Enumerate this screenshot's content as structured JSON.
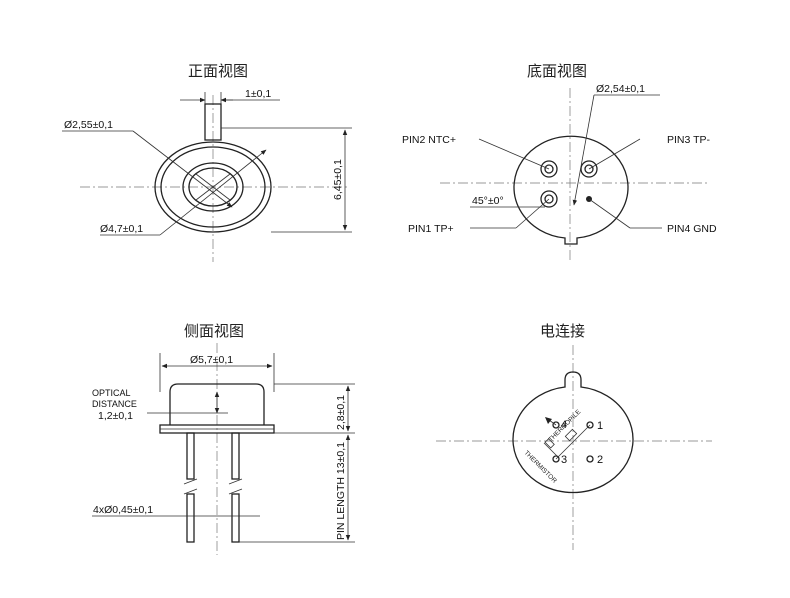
{
  "views": {
    "front": {
      "title": "正面视图",
      "tab_width": "1±0,1",
      "inner_diameter": "Ø2,55±0,1",
      "outer_diameter": "Ø4,7±0,1",
      "height": "6,45±0,1"
    },
    "bottom": {
      "title": "底面视图",
      "pin_circle": "Ø2,54±0,1",
      "angle": "45°±0°",
      "pin2": "PIN2 NTC+",
      "pin3": "PIN3 TP-",
      "pin1": "PIN1 TP+",
      "pin4": "PIN4 GND"
    },
    "side": {
      "title": "侧面视图",
      "cap_diameter": "Ø5,7±0,1",
      "optical_line1": "OPTICAL",
      "optical_line2": "DISTANCE",
      "optical_value": "1,2±0,1",
      "body_height": "2,8±0,1",
      "pin_length": "PIN LENGTH 13±0,1",
      "pin_spec": "4xØ0,45±0,1"
    },
    "electrical": {
      "title": "电连接",
      "pin_labels": [
        "1",
        "2",
        "3",
        "4"
      ],
      "thermopile_label": "THERMOPILE",
      "thermistor_label": "THERMISTOR"
    }
  }
}
